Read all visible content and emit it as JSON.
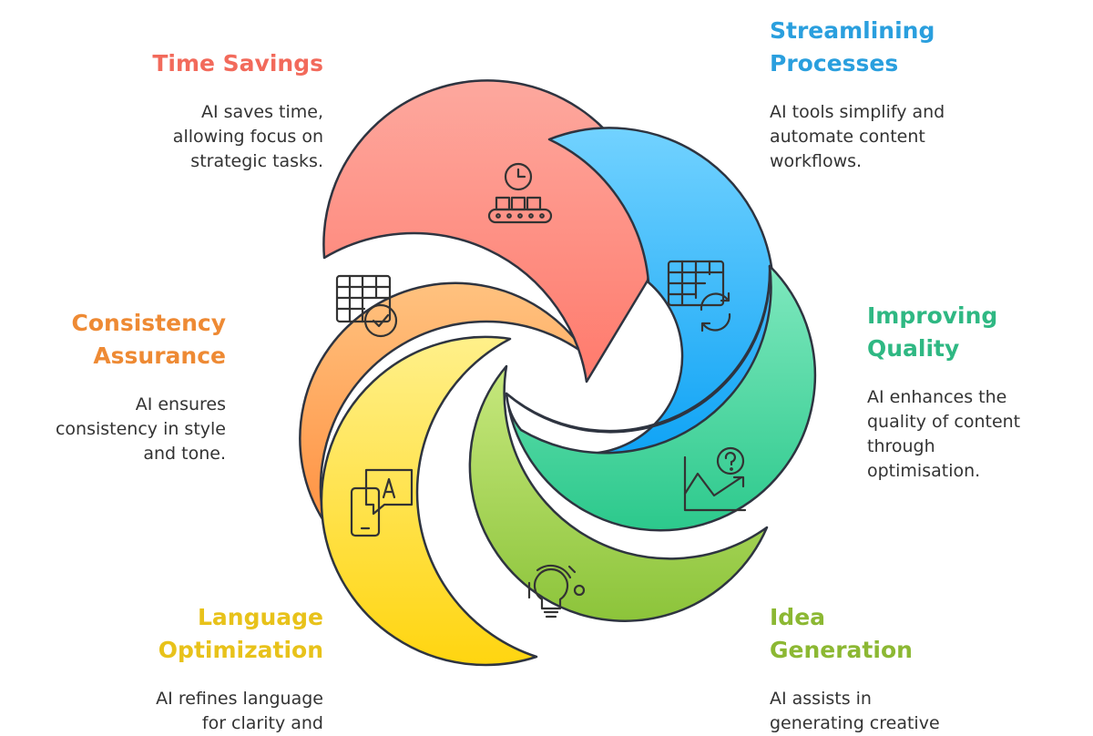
{
  "colors": {
    "time": "#f26a5b",
    "streamline": "#2a9fde",
    "quality": "#2fb883",
    "idea": "#8cb833",
    "language": "#e8c21a",
    "consistency": "#ee8a34",
    "outline": "#2e3440"
  },
  "segments": [
    {
      "key": "time",
      "title": "Time Savings",
      "description": "AI saves time,\nallowing focus on\nstrategic tasks.",
      "icon": "conveyor-clock-icon"
    },
    {
      "key": "streamline",
      "title": "Streamlining\nProcesses",
      "description": "AI tools simplify and\nautomate content\nworkflows.",
      "icon": "table-refresh-icon"
    },
    {
      "key": "quality",
      "title": "Improving\nQuality",
      "description": "AI enhances the\nquality of content\nthrough\noptimisation.",
      "icon": "chart-question-icon"
    },
    {
      "key": "idea",
      "title": "Idea\nGeneration",
      "description": "AI assists in\ngenerating creative",
      "icon": "lightbulb-icon"
    },
    {
      "key": "language",
      "title": "Language\nOptimization",
      "description": "AI refines language\nfor clarity and",
      "icon": "phone-chat-icon"
    },
    {
      "key": "consistency",
      "title": "Consistency\nAssurance",
      "description": "AI ensures\nconsistency in style\nand tone.",
      "icon": "table-check-icon"
    }
  ]
}
